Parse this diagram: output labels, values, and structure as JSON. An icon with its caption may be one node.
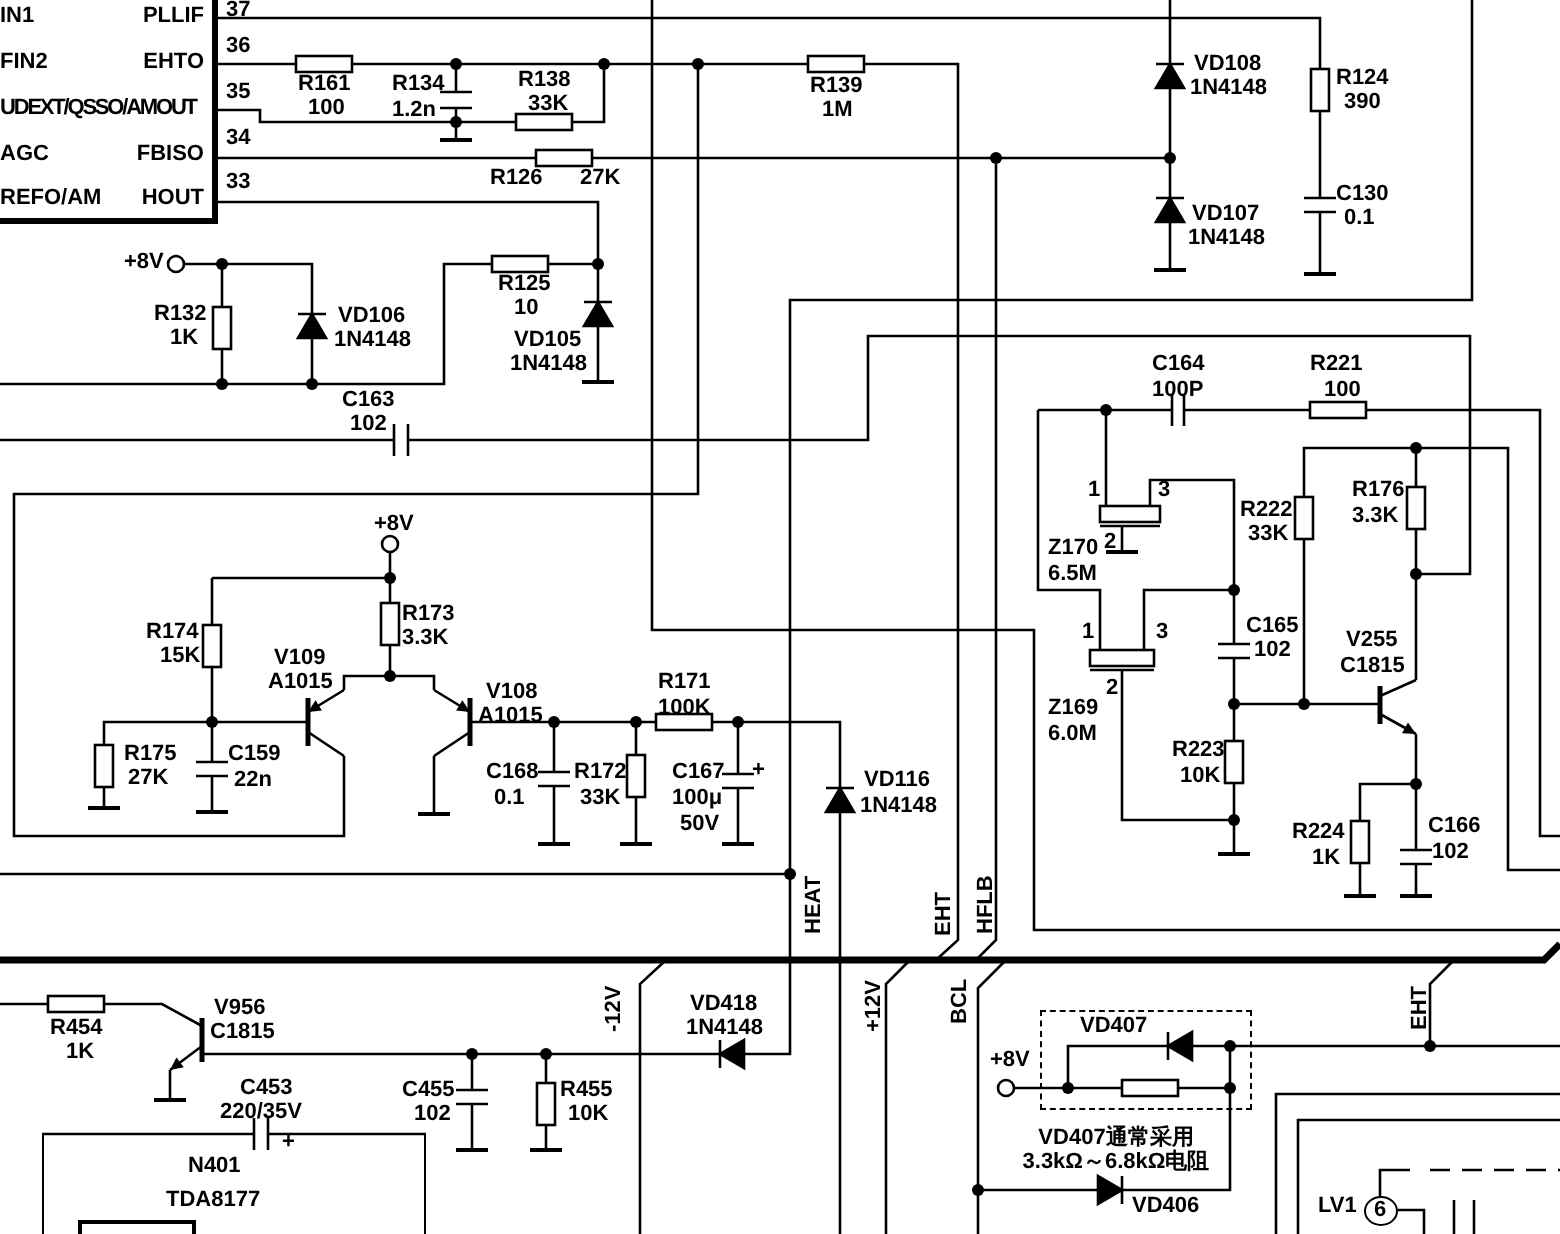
{
  "diagram": {
    "nodes": [
      {
        "text": [
          "IN1",
          "PLLIF",
          "FIN2",
          "EHTO",
          "UDEXT/QSSO/AMOUT",
          "AGC",
          "FBISO",
          "REFO/AM",
          "HOUT"
        ]
      },
      {
        "text": [
          "VD407"
        ]
      },
      {
        "text": [
          "N401",
          "TDA8177"
        ]
      },
      {
        "text": [
          "6"
        ],
        "beside": [
          "LV1"
        ]
      }
    ],
    "labels": [
      "37",
      "36",
      "35",
      "34",
      "33",
      "R161",
      "100",
      "R134",
      "1.2n",
      "R138",
      "33K",
      "R139",
      "1M",
      "VD108",
      "1N4148",
      "R124",
      "390",
      "R126",
      "27K",
      "VD107",
      "1N4148",
      "C130",
      "0.1",
      "+8V",
      "R125",
      "R132",
      "VD106",
      "10",
      "1K",
      "1N4148",
      "VD105",
      "1N4148",
      "C164",
      "100P",
      "R221",
      "100",
      "C163",
      "102",
      "1",
      "3",
      "R222",
      "33K",
      "R176",
      "3.3K",
      "+8V",
      "Z170",
      "2",
      "6.5M",
      "R174",
      "15K",
      "R173",
      "3.3K",
      "1",
      "3",
      "C165",
      "102",
      "V255",
      "C1815",
      "V109",
      "A1015",
      "V108",
      "A1015",
      "R171",
      "100K",
      "2",
      "Z169",
      "6.0M",
      "R175",
      "27K",
      "C159",
      "22n",
      "C168",
      "0.1",
      "R172",
      "33K",
      "C167",
      "100μ",
      "+",
      "50V",
      "VD116",
      "1N4148",
      "R223",
      "10K",
      "R224",
      "1K",
      "C166",
      "102",
      "HEAT",
      "EHT",
      "HFLB",
      "-12V",
      "+12V",
      "BCL",
      "EHT",
      "R454",
      "1K",
      "V956",
      "C1815",
      "VD418",
      "1N4148",
      "+8V",
      "C453",
      "220/35V",
      "+",
      "C455",
      "102",
      "R455",
      "10K",
      "VD407通常采用3.3kΩ～6.8kΩ电阻",
      "VD406"
    ]
  }
}
